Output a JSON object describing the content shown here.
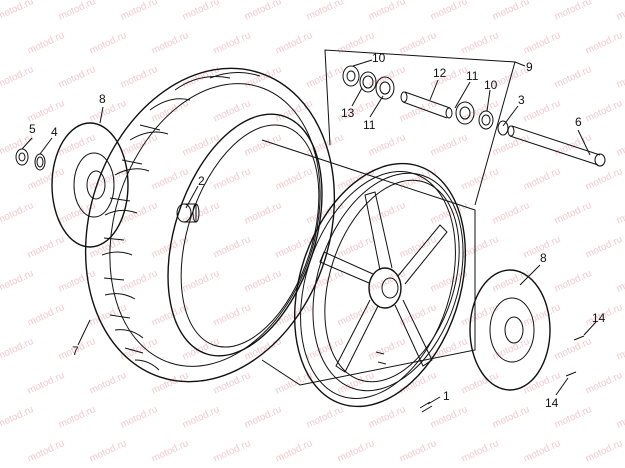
{
  "diagram": {
    "watermark_text": "motod.ru",
    "callouts": [
      {
        "id": "c1",
        "text": "1"
      },
      {
        "id": "c2",
        "text": "2"
      },
      {
        "id": "c3",
        "text": "3"
      },
      {
        "id": "c4",
        "text": "4"
      },
      {
        "id": "c5",
        "text": "5"
      },
      {
        "id": "c6",
        "text": "6"
      },
      {
        "id": "c7",
        "text": "7"
      },
      {
        "id": "c8a",
        "text": "8"
      },
      {
        "id": "c8b",
        "text": "8"
      },
      {
        "id": "c9",
        "text": "9"
      },
      {
        "id": "c10a",
        "text": "10"
      },
      {
        "id": "c10b",
        "text": "10"
      },
      {
        "id": "c11a",
        "text": "11"
      },
      {
        "id": "c11b",
        "text": "11"
      },
      {
        "id": "c12",
        "text": "12"
      },
      {
        "id": "c13",
        "text": "13"
      },
      {
        "id": "c14a",
        "text": "14"
      },
      {
        "id": "c14b",
        "text": "14"
      }
    ],
    "colors": {
      "line": "#111111",
      "watermark": "#f3c9cf",
      "background": "#ffffff"
    }
  }
}
